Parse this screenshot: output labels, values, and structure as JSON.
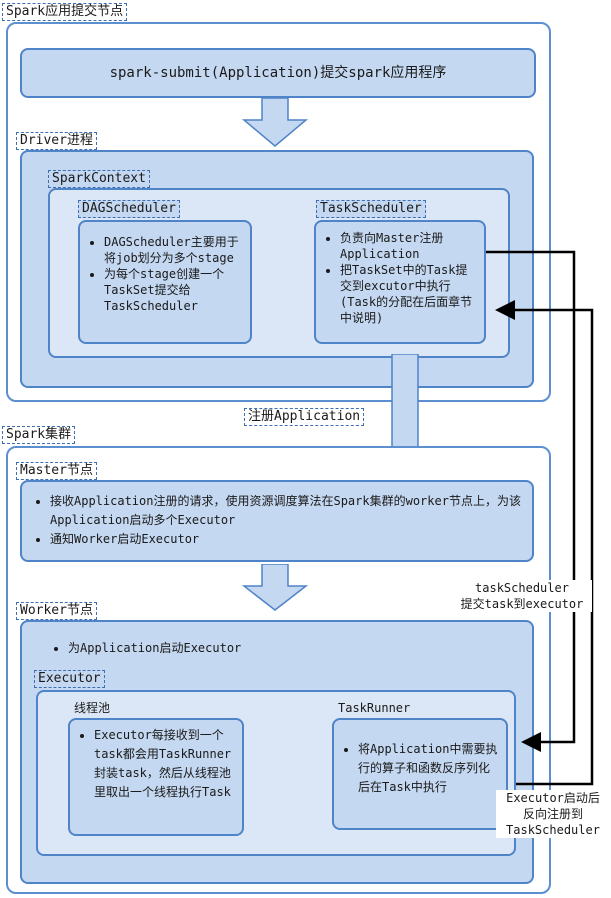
{
  "outer": {
    "submit_node_tag": "Spark应用提交节点",
    "submit_box_text": "spark-submit(Application)提交spark应用程序",
    "driver_tag": "Driver进程",
    "spark_context_tag": "SparkContext",
    "dag_tag": "DAGScheduler",
    "dag_items": [
      "DAGScheduler主要用于将job划分为多个stage",
      "为每个stage创建一个TaskSet提交给TaskScheduler"
    ],
    "task_tag": "TaskScheduler",
    "task_items": [
      "负责向Master注册Application",
      "把TaskSet中的Task提交到excutor中执行(Task的分配在后面章节中说明)"
    ]
  },
  "register_label": "注册Application",
  "cluster": {
    "cluster_tag": "Spark集群",
    "master_tag": "Master节点",
    "master_items": [
      "接收Application注册的请求，使用资源调度算法在Spark集群的worker节点上，为该Application启动多个Executor",
      "通知Worker启动Executor"
    ],
    "worker_tag": "Worker节点",
    "worker_item": "为Application启动Executor",
    "executor_tag": "Executor",
    "threadpool_label": "线程池",
    "threadpool_item": "Executor每接收到一个task都会用TaskRunner封装task，然后从线程池里取出一个线程执行Task",
    "taskrunner_label": "TaskRunner",
    "taskrunner_item": "将Application中需要执行的算子和函数反序列化后在Task中执行"
  },
  "side_labels": {
    "submit_task_line1": "taskScheduler",
    "submit_task_line2": "提交task到executor",
    "reverse_line1": "Executor启动后",
    "reverse_line2": "反向注册到",
    "reverse_line3": "TaskScheduler"
  }
}
